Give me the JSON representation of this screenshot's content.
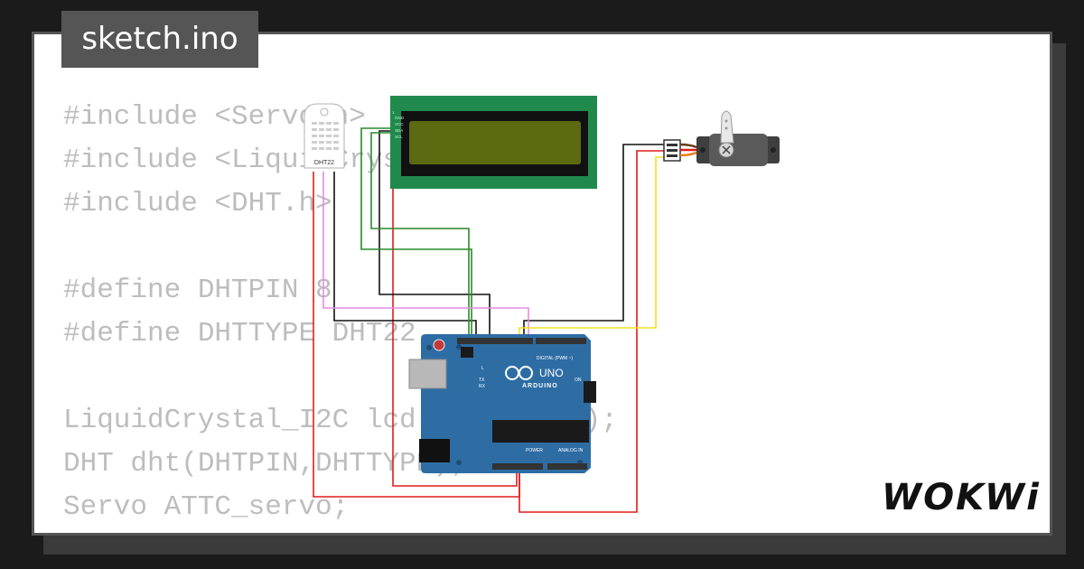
{
  "tab": {
    "label": "sketch.ino"
  },
  "code_lines": [
    "#include <Servo.h>",
    "#include <LiquidCrystal_I2C.h>",
    "#include <DHT.h>",
    "",
    "#define DHTPIN 8",
    "#define DHTTYPE DHT22",
    "",
    "LiquidCrystal_I2C lcd(0x27,16,2);",
    "DHT dht(DHTPIN,DHTTYPE);",
    "Servo ATTC_servo;"
  ],
  "components": {
    "dht22": {
      "label": "DHT22"
    },
    "lcd": {
      "pins": [
        "1",
        "GND",
        "VCC",
        "SDA",
        "SCL"
      ]
    },
    "arduino": {
      "brand": "ARDUINO",
      "model": "UNO",
      "digital_label": "DIGITAL (PWM ~)",
      "power_label": "POWER",
      "analog_label": "ANALOG IN",
      "tx": "TX",
      "rx": "RX",
      "on": "ON",
      "l": "L"
    }
  },
  "brand": {
    "logo": "WOKWi"
  },
  "colors": {
    "background": "#1b1b1b",
    "card": "#ffffff",
    "tab": "#555555",
    "code_text": "#bdbdbd",
    "arduino_board": "#2e6da4",
    "lcd_board": "#1f8a4c",
    "lcd_screen": "#5c6a12",
    "wire_black": "#111111",
    "wire_red": "#e01b1b",
    "wire_green": "#2a8a2a",
    "wire_pink": "#e48be0",
    "wire_yellow": "#f2e21b"
  }
}
